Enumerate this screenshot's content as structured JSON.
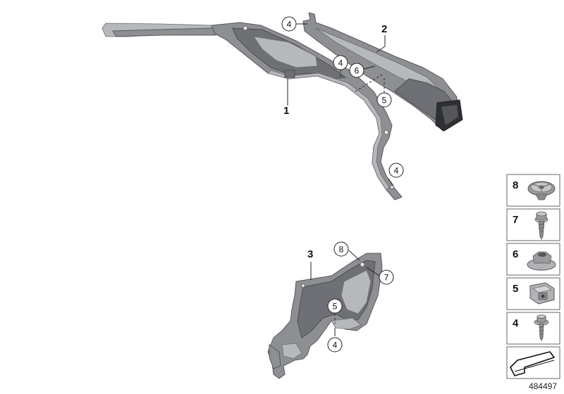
{
  "diagram": {
    "part_labels": {
      "p1": "1",
      "p2": "2",
      "p3": "3"
    },
    "callouts": {
      "c4_top": "4",
      "c4_mid": "4",
      "c4_right": "4",
      "c4_lower": "4",
      "c5_top": "5",
      "c5_lower": "5",
      "c6": "6",
      "c7": "7",
      "c8": "8"
    },
    "legend": [
      {
        "number": "8",
        "icon": "push-rivet-icon"
      },
      {
        "number": "7",
        "icon": "screw-icon"
      },
      {
        "number": "6",
        "icon": "hex-nut-icon"
      },
      {
        "number": "5",
        "icon": "clip-nut-icon"
      },
      {
        "number": "4",
        "icon": "self-tapping-screw-icon"
      }
    ],
    "legend_footer_icon": "arrow-symbol-icon",
    "document_number": "484497"
  }
}
